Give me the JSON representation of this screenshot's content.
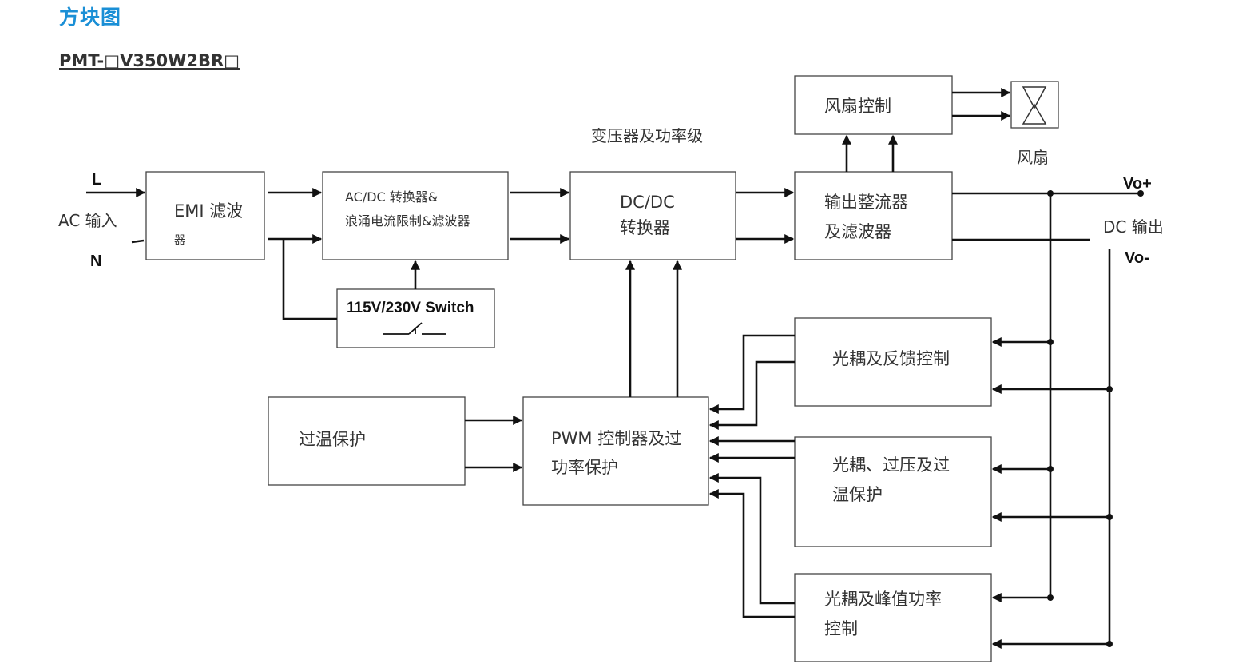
{
  "header": {
    "title": "方块图",
    "model": "PMT-□V350W2BR□"
  },
  "input": {
    "l": "L",
    "n": "N",
    "label": "AC 输入"
  },
  "blocks": {
    "emi": {
      "line1": "EMI 滤波",
      "line2": "器"
    },
    "acdc": {
      "line1": "AC/DC 转换器&",
      "line2": "浪涌电流限制&滤波器"
    },
    "switch": {
      "label": "115V/230V Switch"
    },
    "transformer_caption": "变压器及功率级",
    "dcdc": {
      "line1": "DC/DC",
      "line2": "转换器"
    },
    "fan_ctrl": {
      "label": "风扇控制"
    },
    "fan_caption": "风扇",
    "rectifier": {
      "line1": "输出整流器",
      "line2": "及滤波器"
    },
    "otp": {
      "label": "过温保护"
    },
    "pwm": {
      "line1": "PWM 控制器及过",
      "line2": "功率保护"
    },
    "feedback": {
      "label": "光耦及反馈控制"
    },
    "ovp": {
      "line1": "光耦、过压及过",
      "line2": "温保护"
    },
    "peak": {
      "line1": "光耦及峰值功率",
      "line2": "控制"
    }
  },
  "output": {
    "vo_plus": "Vo+",
    "vo_minus": "Vo-",
    "label": "DC 输出"
  },
  "colors": {
    "title": "#1a8fd6",
    "line": "#111111",
    "box_border": "#444444"
  }
}
